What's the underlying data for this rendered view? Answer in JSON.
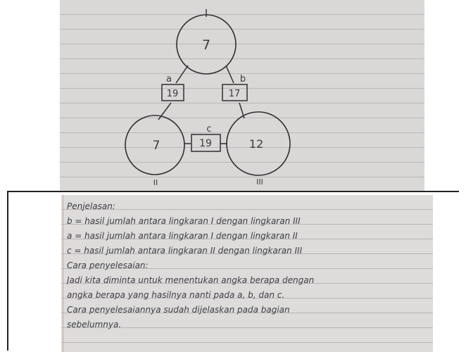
{
  "diagram": {
    "node_top_label": "I",
    "node_top_value": "7",
    "node_left_label": "II",
    "node_left_value": "7",
    "node_right_label": "III",
    "node_right_value": "12",
    "edge_a_label": "a",
    "edge_a_value": "19",
    "edge_b_label": "b",
    "edge_b_value": "17",
    "edge_c_label": "c",
    "edge_c_value": "19"
  },
  "notes": [
    "Penjelasan:",
    "b = hasil jumlah antara lingkaran I dengan lingkaran III",
    "a = hasil jumlah antara lingkaran I dengan lingkaran II",
    "c = hasil jumlah antara lingkaran II dengan lingkaran III",
    "Cara penyelesaian:",
    "Jadi kita diminta untuk menentukan angka berapa dengan",
    "angka berapa yang hasilnya nanti pada a, b, dan c.",
    "Cara penyelesaiannya sudah dijelaskan pada bagian",
    "sebelumnya."
  ]
}
